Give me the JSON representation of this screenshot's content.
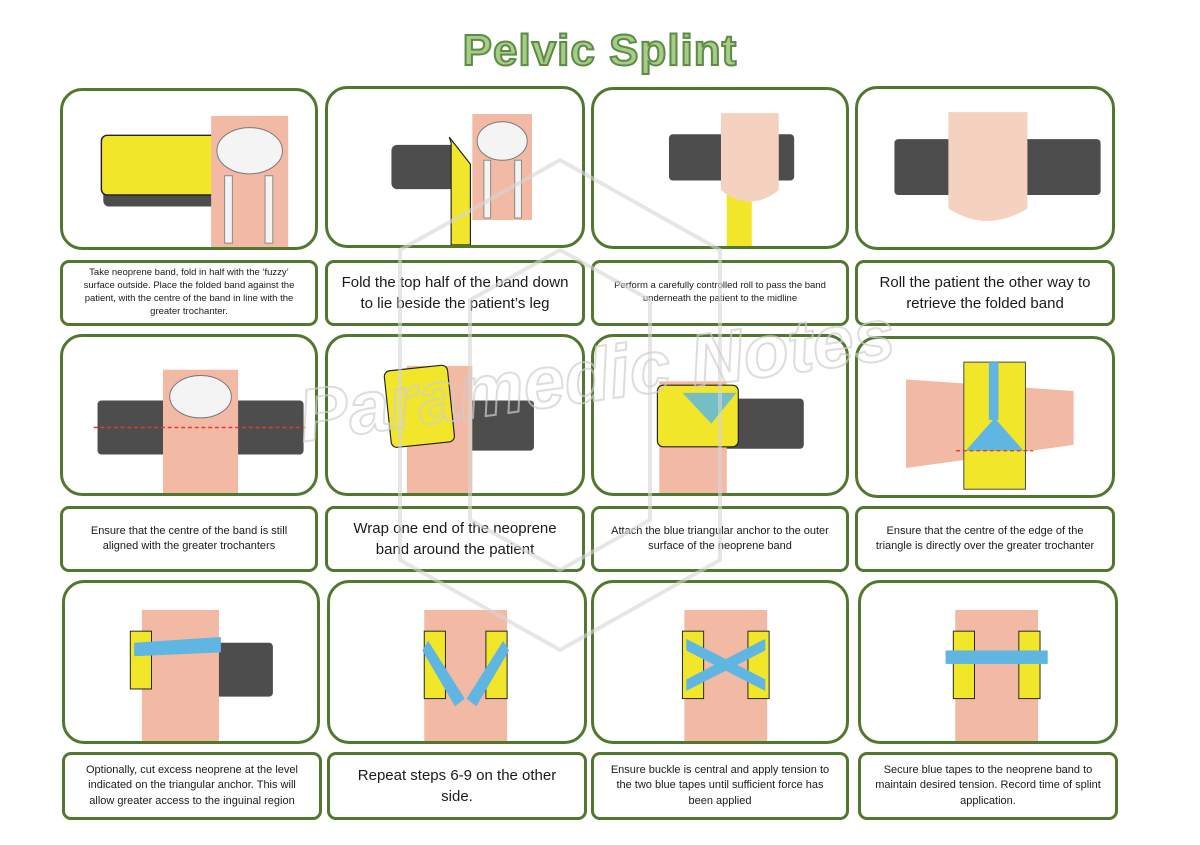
{
  "title": "Pelvic Splint",
  "watermark": "Paramedic Notes",
  "colors": {
    "frame": "#52772f",
    "title_fill": "#a6cd87",
    "band_yellow": "#f2e62a",
    "band_dark": "#4d4d4d",
    "skin": "#f2b9a4",
    "tape_blue": "#5fb6e2"
  },
  "steps": [
    {
      "text": "Take neoprene band, fold in half with the ‘fuzzy’ surface outside. Place the folded band against the patient, with the centre of the band in line with the greater trochanter."
    },
    {
      "text": "Fold the top half of the band down to lie beside the patient’s leg"
    },
    {
      "text": "Perform a carefully controlled roll to pass the band underneath the patient to the midline"
    },
    {
      "text": "Roll the patient the other way to retrieve the folded band"
    },
    {
      "text": "Ensure that the centre of the band is still aligned with the greater trochanters"
    },
    {
      "text": "Wrap one end of the neoprene band around the patient"
    },
    {
      "text": "Attach the blue triangular anchor to the outer surface of the neoprene band"
    },
    {
      "text": "Ensure that the centre of the edge of the triangle is directly over the greater trochanter"
    },
    {
      "text": "Optionally, cut excess neoprene at the level indicated on the triangular anchor. This will allow greater access to the inguinal region"
    },
    {
      "text": "Repeat steps 6-9 on the other side."
    },
    {
      "text": "Ensure buckle is central and apply tension to the two blue tapes until sufficient force has been applied"
    },
    {
      "text": "Secure blue tapes to the neoprene band to maintain desired tension. Record time of splint application."
    }
  ]
}
